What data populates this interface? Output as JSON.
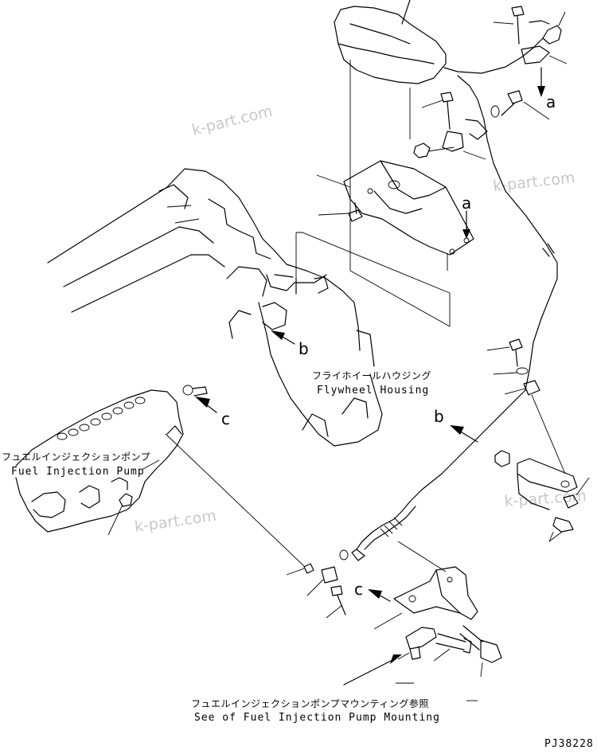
{
  "labels": {
    "flywheel_jp": "フライホイールハウジング",
    "flywheel_en": "Flywheel Housing",
    "pump_jp": "フュエルインジェクションポンプ",
    "pump_en": "Fuel Injection Pump",
    "mount_jp": "フュエルインジェクションポンプマウンティング参照",
    "mount_en": "See of Fuel Injection Pump Mounting",
    "part_code": "PJ38228"
  },
  "callout_letters": {
    "a_top": "a",
    "a_mid": "a",
    "b_left": "b",
    "b_right": "b",
    "c_left": "c",
    "c_bottom": "c"
  },
  "watermarks": [
    "k-part.com",
    "k-part.com",
    "k-part.com",
    "k-part.com"
  ],
  "colors": {
    "line": "#000000",
    "watermark": "#c8c8c8",
    "background": "#ffffff"
  }
}
